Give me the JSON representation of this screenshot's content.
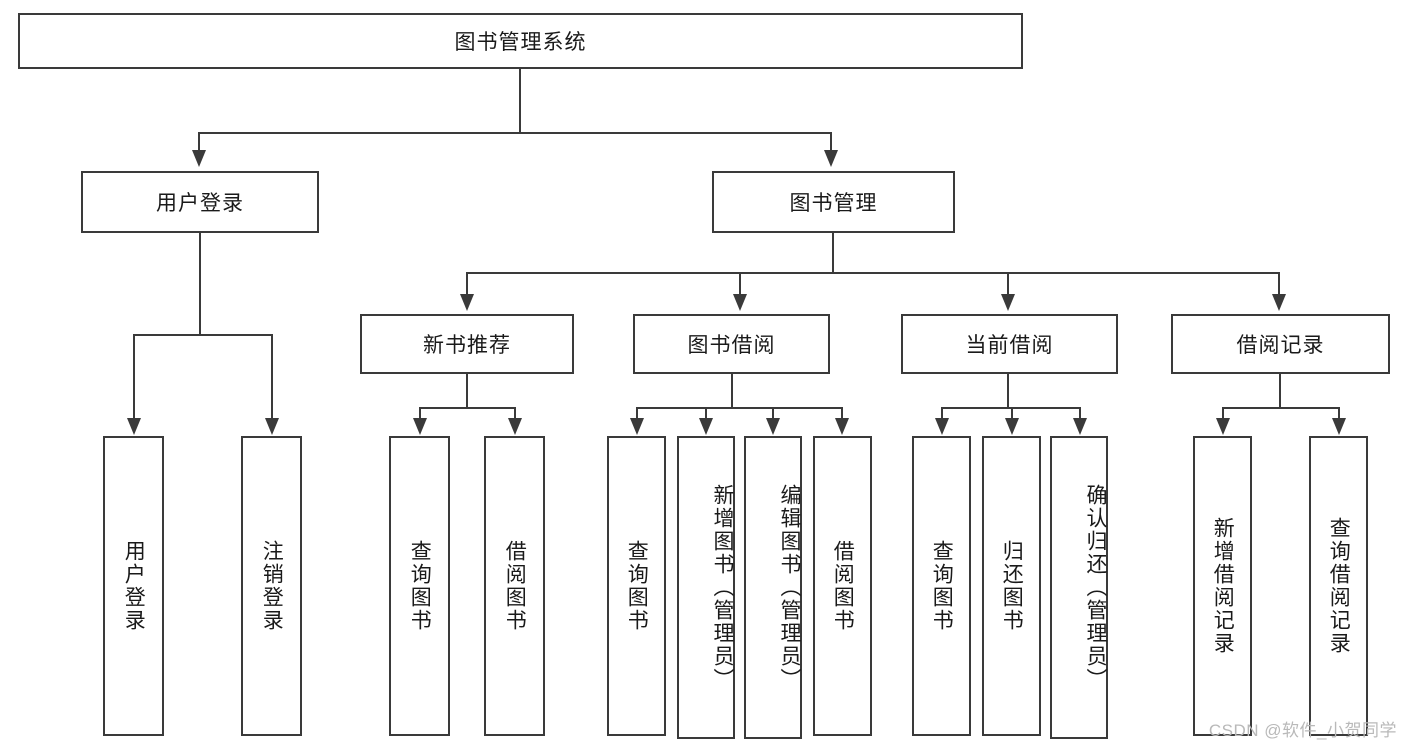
{
  "diagram": {
    "title": "图书管理系统",
    "type": "tree-hierarchy-diagram",
    "colors": {
      "stroke": "#3a3a3a",
      "fill": "#ffffff",
      "text": "#1a1a1a",
      "watermark": "#b9b9b9"
    },
    "root": {
      "label": "图书管理系统"
    },
    "level2": [
      {
        "label": "用户登录"
      },
      {
        "label": "图书管理"
      }
    ],
    "level3": [
      {
        "label": "新书推荐"
      },
      {
        "label": "图书借阅"
      },
      {
        "label": "当前借阅"
      },
      {
        "label": "借阅记录"
      }
    ],
    "leaves": {
      "user_login": [
        {
          "label": "用户登录"
        },
        {
          "label": "注销登录"
        }
      ],
      "new_book_recommend": [
        {
          "label": "查询图书"
        },
        {
          "label": "借阅图书"
        }
      ],
      "book_borrow": [
        {
          "label": "查询图书"
        },
        {
          "label": "新增图书（管理员）"
        },
        {
          "label": "编辑图书（管理员）"
        },
        {
          "label": "借阅图书"
        }
      ],
      "current_borrow": [
        {
          "label": "查询图书"
        },
        {
          "label": "归还图书"
        },
        {
          "label": "确认归还（管理员）"
        }
      ],
      "borrow_record": [
        {
          "label": "新增借阅记录"
        },
        {
          "label": "查询借阅记录"
        }
      ]
    }
  },
  "watermark": {
    "text": "CSDN @软件_小贺同学"
  }
}
